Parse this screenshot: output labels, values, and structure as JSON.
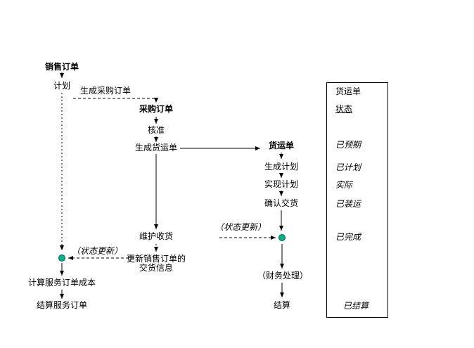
{
  "diagram": {
    "colors": {
      "dot_fill": "#00B08A",
      "dot_border": "#00614C",
      "line": "#000000"
    },
    "sales_track": {
      "sales_order": "销售订单",
      "plan": "计划",
      "status_update": "（状态更新）",
      "calc_service_order_cost": "计算服务订单成本",
      "settle_service_order": "结算服务订单"
    },
    "purchase_track": {
      "generate_purchase_order": "生成采购订单",
      "purchase_order": "采购订单",
      "approve": "核准",
      "generate_shipment_order": "生成货运单",
      "maintain_receipt": "维护收货",
      "update_delivery_line1": "更新销售订单的",
      "update_delivery_line2": "交货信息"
    },
    "shipment_track": {
      "shipment_order": "货运单",
      "generate_plan": "生成计划",
      "realize_plan": "实现计划",
      "confirm_delivery": "确认交货",
      "status_update": "（状态更新）",
      "financial_processing": "（财务处理）",
      "settle": "结算"
    },
    "legend": {
      "title": "货运单",
      "subtitle": "状态",
      "statuses": [
        "已预期",
        "已计划",
        "实际",
        "已装运",
        "已完成",
        "已结算"
      ]
    }
  }
}
